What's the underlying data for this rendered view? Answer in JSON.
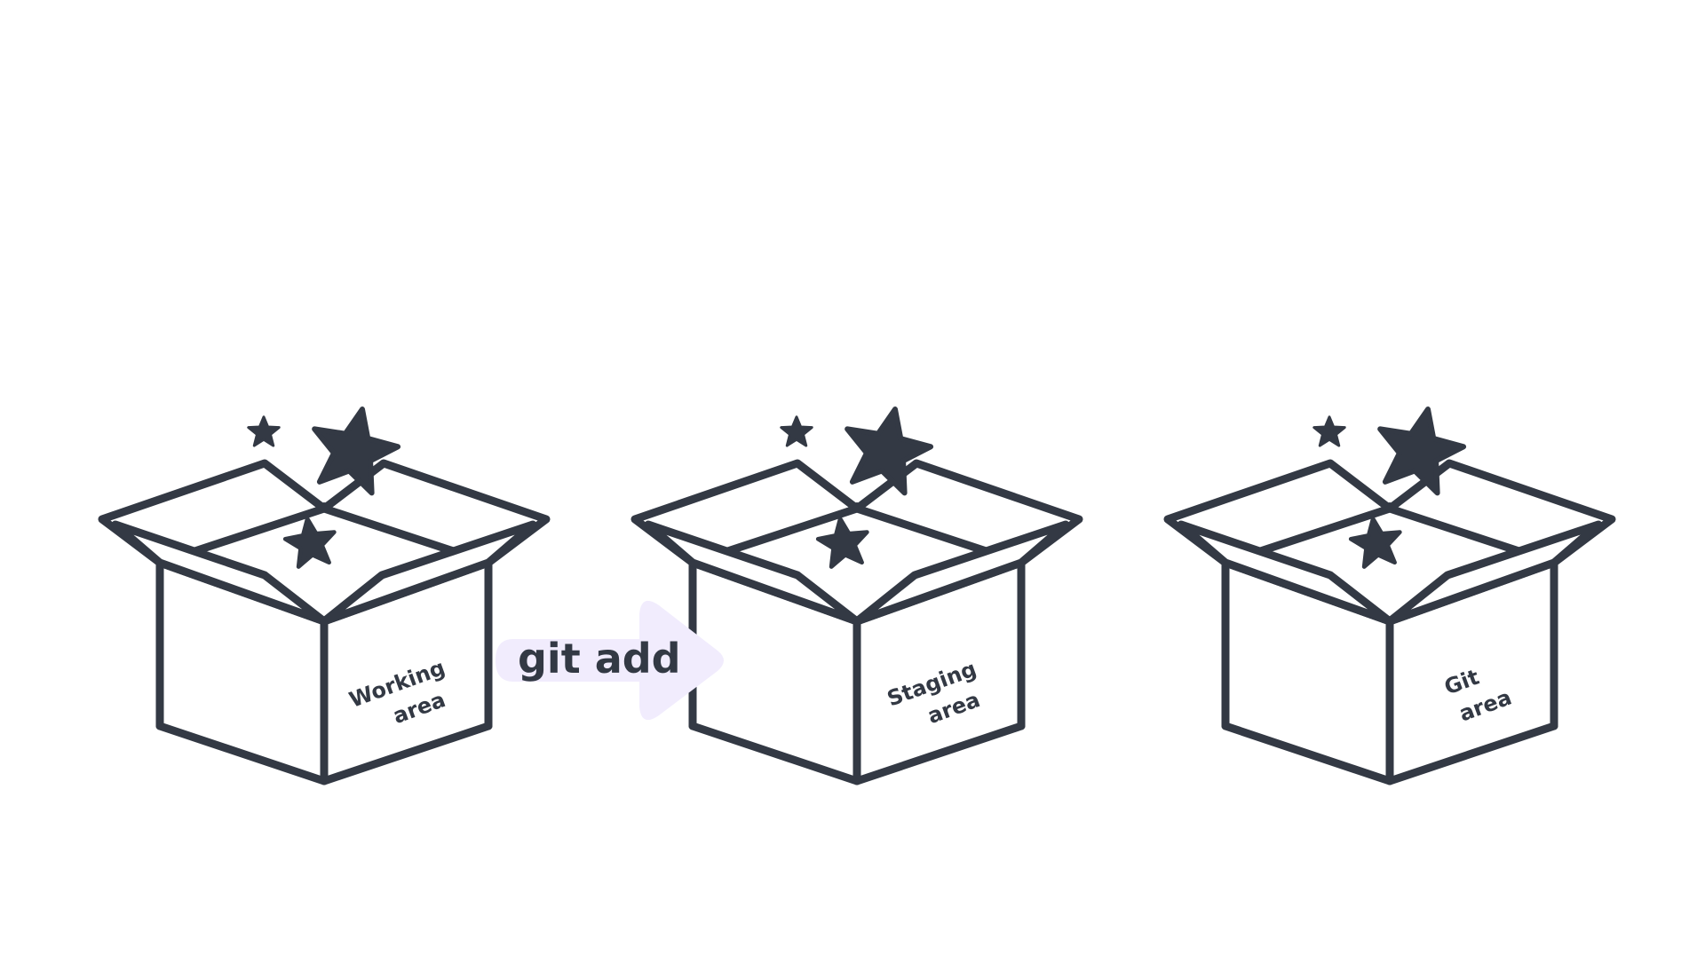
{
  "colors": {
    "ink": "#333944",
    "arrow_fill": "#f1ecfd",
    "background": "#ffffff"
  },
  "boxes": [
    {
      "label_line1": "Working",
      "label_line2": "area",
      "icon": "open-box-with-stars-icon"
    },
    {
      "label_line1": "Staging",
      "label_line2": "area",
      "icon": "open-box-with-stars-icon"
    },
    {
      "label_line1": "Git",
      "label_line2": "area",
      "icon": "open-box-with-stars-icon"
    }
  ],
  "arrow": {
    "label": "git add",
    "icon": "arrow-right-icon"
  }
}
